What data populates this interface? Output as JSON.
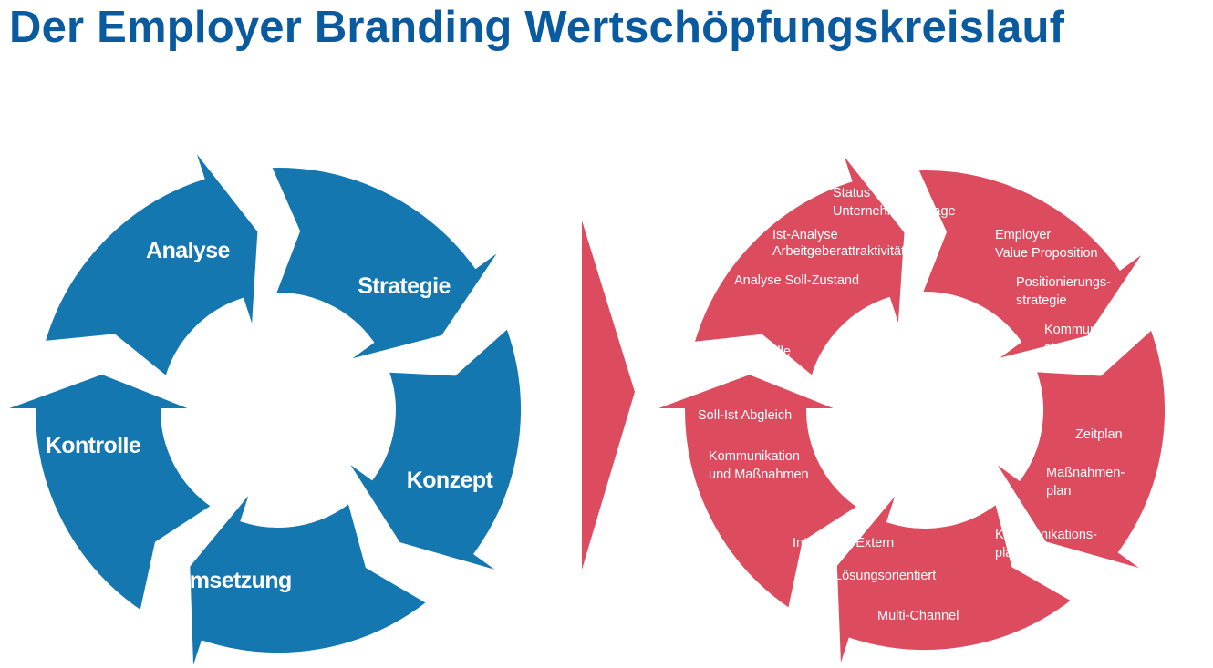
{
  "title": "Der Employer Branding Wertschöpfungskreislauf",
  "colors": {
    "title": "#0a5aa0",
    "blue_cycle": "#1477b0",
    "red_cycle": "#dc4b5e",
    "background": "#ffffff"
  },
  "blue_cycle": {
    "phases": [
      "Analyse",
      "Strategie",
      "Konzept",
      "Umsetzung",
      "Kontrolle"
    ]
  },
  "red_cycle": {
    "analyse": [
      "Status Quo",
      "Unternehmensimage",
      "Ist-Analyse",
      "Arbeitgeberattraktivität",
      "Analyse Soll-Zustand"
    ],
    "strategie": [
      "Employer",
      "Value Proposition",
      "Positionierungs-",
      "strategie",
      "Kommunikations-",
      "strategie"
    ],
    "konzept": [
      "Zeitplan",
      "Maßnahmen-",
      "plan",
      "Kommunikations-",
      "plan"
    ],
    "umsetzung": [
      "Intern und Extern",
      "Lösungsorientiert",
      "Multi-Channel"
    ],
    "kontrolle": [
      "Erfolgskontrolle",
      "Soll-Ist Abgleich",
      "Kommunikation",
      "und Maßnahmen"
    ]
  },
  "connector": {
    "icon": "chevron-right-icon"
  }
}
